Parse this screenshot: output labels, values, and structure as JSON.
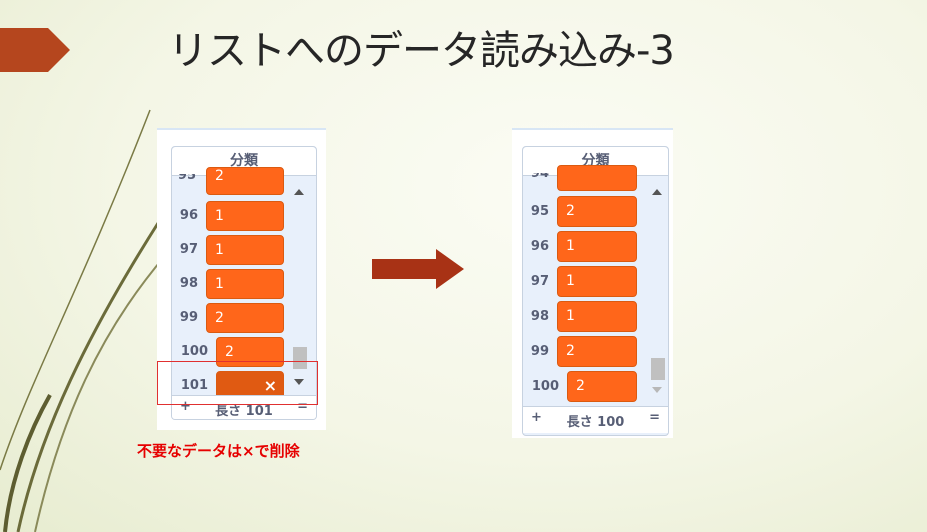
{
  "slide": {
    "title": "リストへのデータ読み込み-3",
    "caption": "不要なデータは×で削除",
    "colors": {
      "title_arrow": "#b5461e",
      "mid_arrow": "#a83215",
      "cell": "#ff661a",
      "caption": "#e60000",
      "highlight": "#e03030"
    }
  },
  "list_before": {
    "header": "分類",
    "rows": [
      {
        "index": "95",
        "value": "2"
      },
      {
        "index": "96",
        "value": "1"
      },
      {
        "index": "97",
        "value": "1"
      },
      {
        "index": "98",
        "value": "1"
      },
      {
        "index": "99",
        "value": "2"
      },
      {
        "index": "100",
        "value": "2"
      },
      {
        "index": "101",
        "value": ""
      }
    ],
    "delete_icon": "×",
    "footer": {
      "add": "+",
      "length": "長さ 101",
      "resize": "="
    }
  },
  "list_after": {
    "header": "分類",
    "rows": [
      {
        "index": "94",
        "value": ""
      },
      {
        "index": "95",
        "value": "2"
      },
      {
        "index": "96",
        "value": "1"
      },
      {
        "index": "97",
        "value": "1"
      },
      {
        "index": "98",
        "value": "1"
      },
      {
        "index": "99",
        "value": "2"
      },
      {
        "index": "100",
        "value": "2"
      }
    ],
    "footer": {
      "add": "+",
      "length": "長さ 100",
      "resize": "="
    }
  }
}
